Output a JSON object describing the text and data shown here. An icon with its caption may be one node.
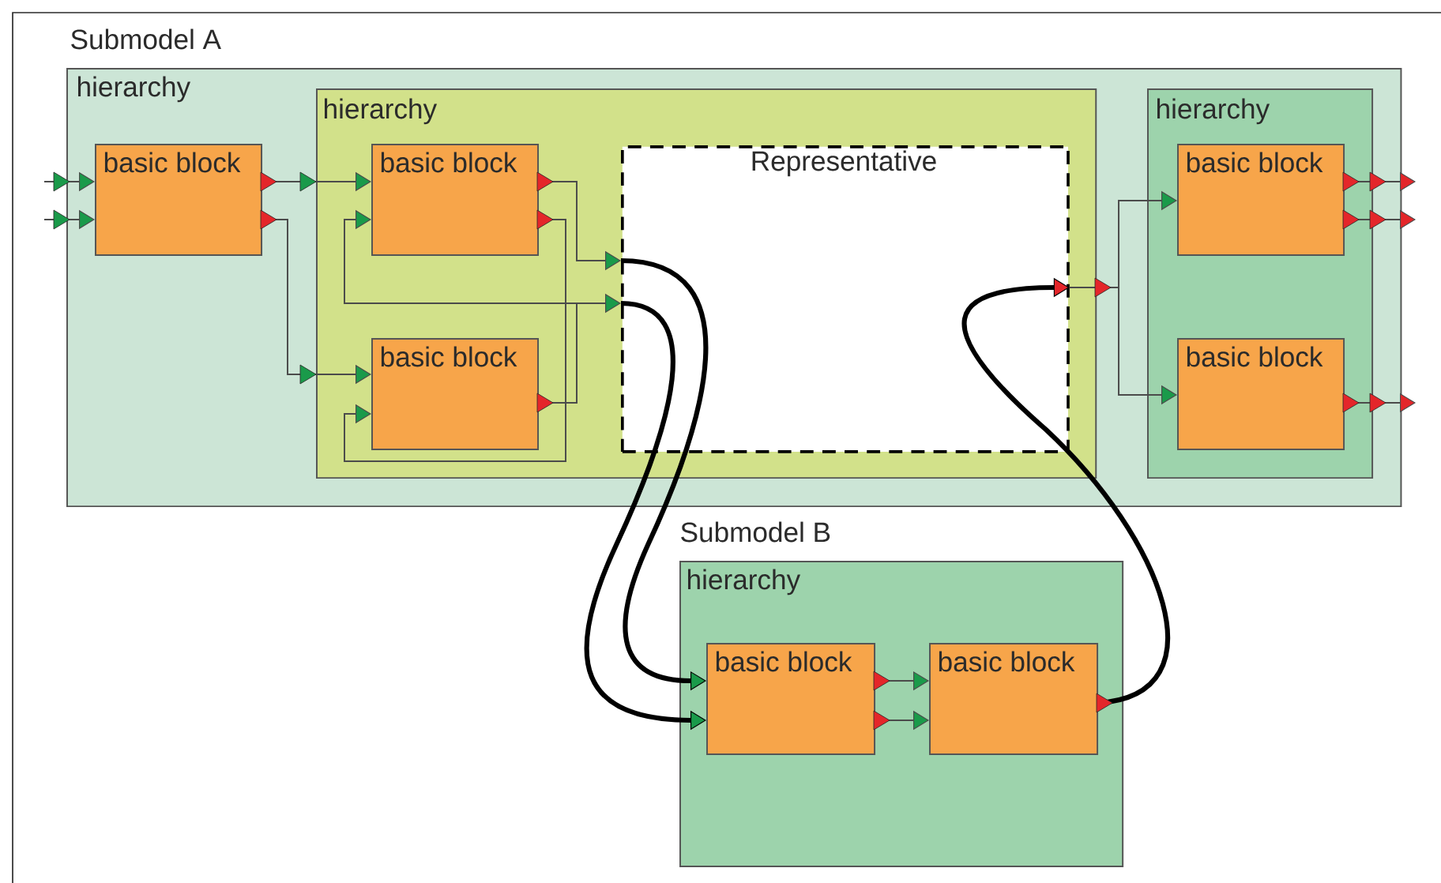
{
  "diagram": {
    "nodes": [
      {
        "text": [
          "Submodel A",
          "hierarchy"
        ]
      },
      {
        "text": [
          "hierarchy"
        ],
        "in": 0
      },
      {
        "text": [
          "hierarchy"
        ],
        "in": 0
      },
      {
        "text": [
          "basic block"
        ],
        "in": 0
      },
      {
        "text": [
          "basic block"
        ],
        "in": 1
      },
      {
        "text": [
          "basic block"
        ],
        "in": 1
      },
      {
        "text": [
          "Representative"
        ],
        "in": 1
      },
      {
        "text": [
          "basic block"
        ],
        "in": 2
      },
      {
        "text": [
          "basic block"
        ],
        "in": 2
      },
      {
        "text": [
          "Submodel B",
          "hierarchy"
        ]
      },
      {
        "text": [
          "basic block"
        ],
        "in": 9
      },
      {
        "text": [
          "basic block"
        ],
        "in": 9
      }
    ],
    "edges": [
      {
        "from": null,
        "to": 3,
        "arrow": "to"
      },
      {
        "from": null,
        "to": 3,
        "arrow": "to"
      },
      {
        "from": 3,
        "to": 4,
        "arrow": "to"
      },
      {
        "from": 3,
        "to": 5,
        "arrow": "to"
      },
      {
        "from": 4,
        "to": 6,
        "arrow": "to"
      },
      {
        "from": 4,
        "to": 5,
        "arrow": "to"
      },
      {
        "from": 5,
        "to": 4,
        "arrow": "to"
      },
      {
        "from": 5,
        "to": 6,
        "arrow": "to"
      },
      {
        "from": 6,
        "to": 10,
        "arrow": "to",
        "style": "thick"
      },
      {
        "from": 6,
        "to": 10,
        "arrow": "to",
        "style": "thick"
      },
      {
        "from": 10,
        "to": 11,
        "arrow": "to"
      },
      {
        "from": 10,
        "to": 11,
        "arrow": "to"
      },
      {
        "from": 11,
        "to": 6,
        "arrow": "to",
        "style": "thick"
      },
      {
        "from": 6,
        "to": 7,
        "arrow": "to"
      },
      {
        "from": 6,
        "to": 8,
        "arrow": "to"
      },
      {
        "from": 7,
        "to": null,
        "arrow": "to"
      },
      {
        "from": 7,
        "to": null,
        "arrow": "to"
      },
      {
        "from": 8,
        "to": null,
        "arrow": "to"
      }
    ]
  }
}
